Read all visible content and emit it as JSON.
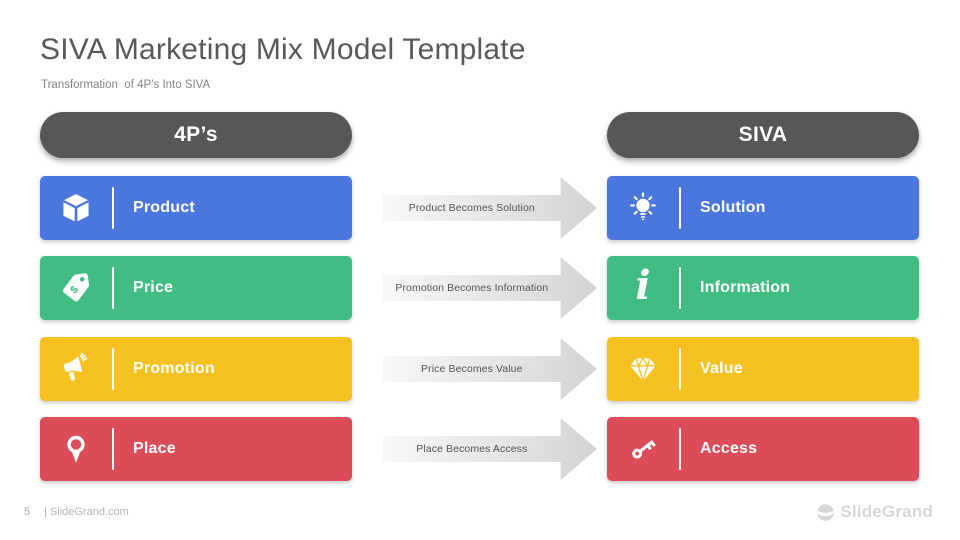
{
  "slide": {
    "title": "SIVA Marketing Mix Model Template",
    "subtitle": "Transformation  of 4P’s Into SIVA",
    "page_number": "5",
    "footer_link": "| SlideGrand.com",
    "brand_name": "SlideGrand"
  },
  "colors": {
    "blue": "#4b76dd",
    "green": "#41bd84",
    "yellow": "#f5c120",
    "red": "#dc4b58",
    "header_pill": "#575757"
  },
  "left_column": {
    "header": "4P’s",
    "items": [
      {
        "label": "Product",
        "icon": "box-icon",
        "color_key": "blue"
      },
      {
        "label": "Price",
        "icon": "price-tag-icon",
        "color_key": "green"
      },
      {
        "label": "Promotion",
        "icon": "megaphone-icon",
        "color_key": "yellow"
      },
      {
        "label": "Place",
        "icon": "map-pin-icon",
        "color_key": "red"
      }
    ]
  },
  "right_column": {
    "header": "SIVA",
    "items": [
      {
        "label": "Solution",
        "icon": "lightbulb-icon",
        "color_key": "blue"
      },
      {
        "label": "Information",
        "icon": "info-icon",
        "color_key": "green"
      },
      {
        "label": "Value",
        "icon": "diamond-icon",
        "color_key": "yellow"
      },
      {
        "label": "Access",
        "icon": "key-icon",
        "color_key": "red"
      }
    ]
  },
  "arrows": [
    {
      "label": "Product Becomes Solution"
    },
    {
      "label": "Promotion Becomes Information"
    },
    {
      "label": "Price Becomes Value"
    },
    {
      "label": "Place Becomes Access"
    }
  ]
}
